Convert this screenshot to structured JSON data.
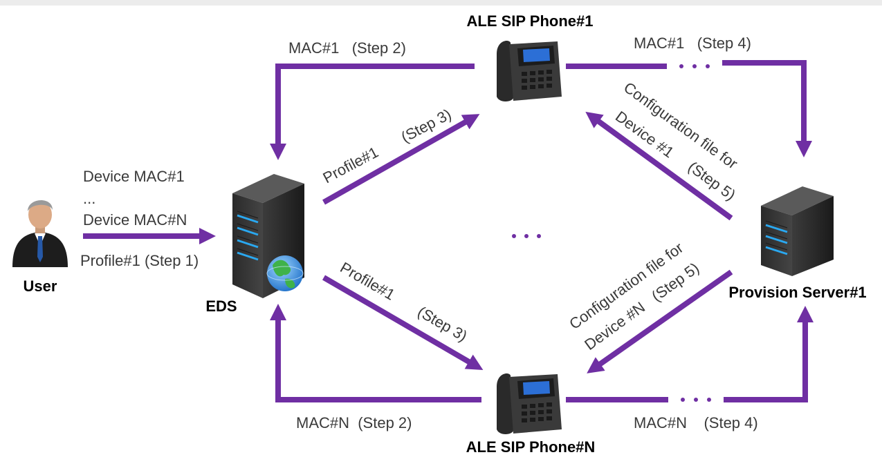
{
  "nodes": {
    "user": "User",
    "eds": "EDS",
    "phone1": "ALE SIP Phone#1",
    "phoneN": "ALE SIP Phone#N",
    "provision": "Provision Server#1"
  },
  "labels": {
    "user_mac1": "Device MAC#1",
    "user_ellipsis": "...",
    "user_macN": "Device MAC#N",
    "user_step1": "Profile#1 (Step 1)",
    "top_left": "MAC#1   (Step 2)",
    "top_right": "MAC#1   (Step 4)",
    "profile_up_a": "Profile#1",
    "profile_up_b": "(Step 3)",
    "profile_down_a": "Profile#1",
    "profile_down_b": "(Step 3)",
    "cfg1_a": "Configuration file for",
    "cfg1_b": "Device #1",
    "cfg1_c": "(Step 5)",
    "cfgN_a": "Configuration file for",
    "cfgN_b": "Device #N   (Step 5)",
    "bottom_left": "MAC#N  (Step 2)",
    "bottom_right": "MAC#N    (Step 4)"
  },
  "colors": {
    "flow": "#6f2fa3",
    "server_dark": "#2b2b2b",
    "server_led": "#2aa8f0"
  }
}
